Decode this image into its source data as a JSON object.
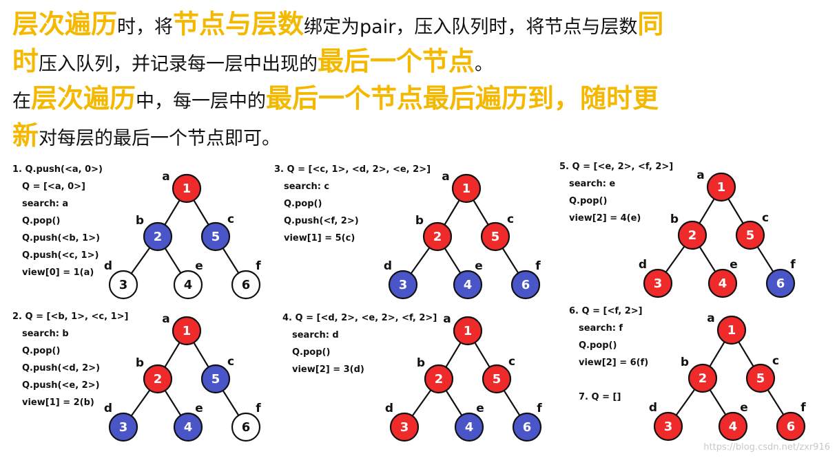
{
  "intro": {
    "p1_line1": [
      {
        "t": "层次遍历",
        "h": true
      },
      {
        "t": "时，将",
        "h": false
      },
      {
        "t": "节点与层数",
        "h": true
      },
      {
        "t": "绑定为pair，压入队列时，将节点与层数",
        "h": false
      },
      {
        "t": "同",
        "h": true
      }
    ],
    "p1_line2": [
      {
        "t": "时",
        "h": true
      },
      {
        "t": "压入队列，并记录每一层中出现的",
        "h": false
      },
      {
        "t": "最后一个节点",
        "h": true
      },
      {
        "t": "。",
        "h": false
      }
    ],
    "p2_line1": [
      {
        "t": "在",
        "h": false
      },
      {
        "t": "层次遍历",
        "h": true
      },
      {
        "t": "中，每一层中的",
        "h": false
      },
      {
        "t": "最后一个节点最后遍历到，随时更",
        "h": true
      }
    ],
    "p2_line2": [
      {
        "t": "新",
        "h": true
      },
      {
        "t": "对每层的最后一个节点即可。",
        "h": false
      }
    ]
  },
  "tree": {
    "letters": [
      "a",
      "b",
      "c",
      "d",
      "e",
      "f"
    ],
    "numbers": [
      "1",
      "2",
      "5",
      "3",
      "4",
      "6"
    ]
  },
  "colors": {
    "highlight": "#f5b800",
    "red": "#ee2a2a",
    "blue": "#4a55c8",
    "white": "#ffffff"
  },
  "steps": [
    {
      "lines": [
        "1. Q.push(<a, 0>)",
        "Q = [<a, 0>]",
        "search: a",
        "Q.pop()",
        "Q.push(<b, 1>)",
        "Q.push(<c, 1>)",
        "view[0] = 1(a)"
      ],
      "node_colors": [
        "red",
        "blue",
        "blue",
        "white",
        "white",
        "white"
      ]
    },
    {
      "lines": [
        "2. Q = [<b, 1>, <c, 1>]",
        "search: b",
        "Q.pop()",
        "Q.push(<d, 2>)",
        "Q.push(<e, 2>)",
        "view[1] = 2(b)"
      ],
      "node_colors": [
        "red",
        "red",
        "blue",
        "blue",
        "blue",
        "white"
      ]
    },
    {
      "lines": [
        "3. Q = [<c, 1>, <d, 2>, <e, 2>]",
        "search: c",
        "Q.pop()",
        "Q.push(<f, 2>)",
        "view[1] = 5(c)"
      ],
      "node_colors": [
        "red",
        "red",
        "red",
        "blue",
        "blue",
        "blue"
      ]
    },
    {
      "lines": [
        "4. Q = [<d, 2>, <e, 2>, <f, 2>]",
        "search: d",
        "Q.pop()",
        "view[2] = 3(d)"
      ],
      "node_colors": [
        "red",
        "red",
        "red",
        "red",
        "blue",
        "blue"
      ]
    },
    {
      "lines": [
        "5. Q = [<e, 2>, <f, 2>]",
        "search: e",
        "Q.pop()",
        "view[2] = 4(e)"
      ],
      "node_colors": [
        "red",
        "red",
        "red",
        "red",
        "red",
        "blue"
      ]
    },
    {
      "lines": [
        "6. Q = [<f, 2>]",
        "search: f",
        "Q.pop()",
        "view[2] = 6(f)",
        "",
        "7. Q = []"
      ],
      "node_colors": [
        "red",
        "red",
        "red",
        "red",
        "red",
        "red"
      ]
    }
  ],
  "watermark": "https://blog.csdn.net/zxr916"
}
